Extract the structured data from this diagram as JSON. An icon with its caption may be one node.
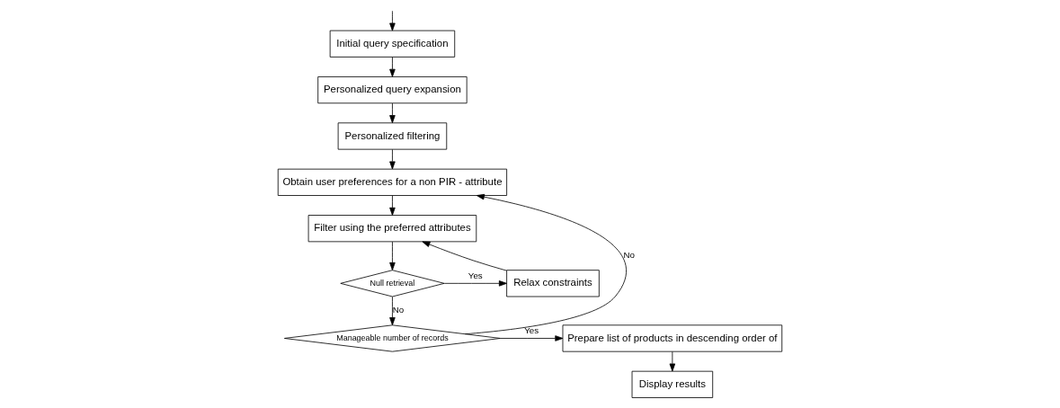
{
  "diagram": {
    "nodes": [
      {
        "text": [
          "Initial query specification"
        ]
      },
      {
        "text": [
          "Personalized query expansion"
        ]
      },
      {
        "text": [
          "Personalized filtering"
        ]
      },
      {
        "text": [
          "Obtain user preferences for a non PIR - attribute"
        ]
      },
      {
        "text": [
          "Filter using the preferred attributes"
        ]
      },
      {
        "text": [
          "Null retrieval"
        ]
      },
      {
        "text": [
          "Relax constraints"
        ]
      },
      {
        "text": [
          "Manageable number of records"
        ]
      },
      {
        "text": [
          "Prepare list of products in descending order of"
        ]
      },
      {
        "text": [
          "Display results"
        ]
      }
    ],
    "edges": [
      {
        "from": null,
        "to": 0,
        "arrow": "to"
      },
      {
        "from": 0,
        "to": 1,
        "arrow": "to"
      },
      {
        "from": 1,
        "to": 2,
        "arrow": "to"
      },
      {
        "from": 2,
        "to": 3,
        "arrow": "to"
      },
      {
        "from": 3,
        "to": 4,
        "arrow": "to"
      },
      {
        "from": 4,
        "to": 5,
        "arrow": "to"
      },
      {
        "from": 5,
        "to": 6,
        "label": "Yes",
        "arrow": "to"
      },
      {
        "from": 6,
        "to": 4,
        "arrow": "to"
      },
      {
        "from": 5,
        "to": 7,
        "label": "No",
        "arrow": "to"
      },
      {
        "from": 7,
        "to": 8,
        "label": "Yes",
        "arrow": "to"
      },
      {
        "from": 7,
        "to": 3,
        "label": "No",
        "arrow": "to"
      },
      {
        "from": 8,
        "to": 9,
        "arrow": "to"
      }
    ]
  }
}
